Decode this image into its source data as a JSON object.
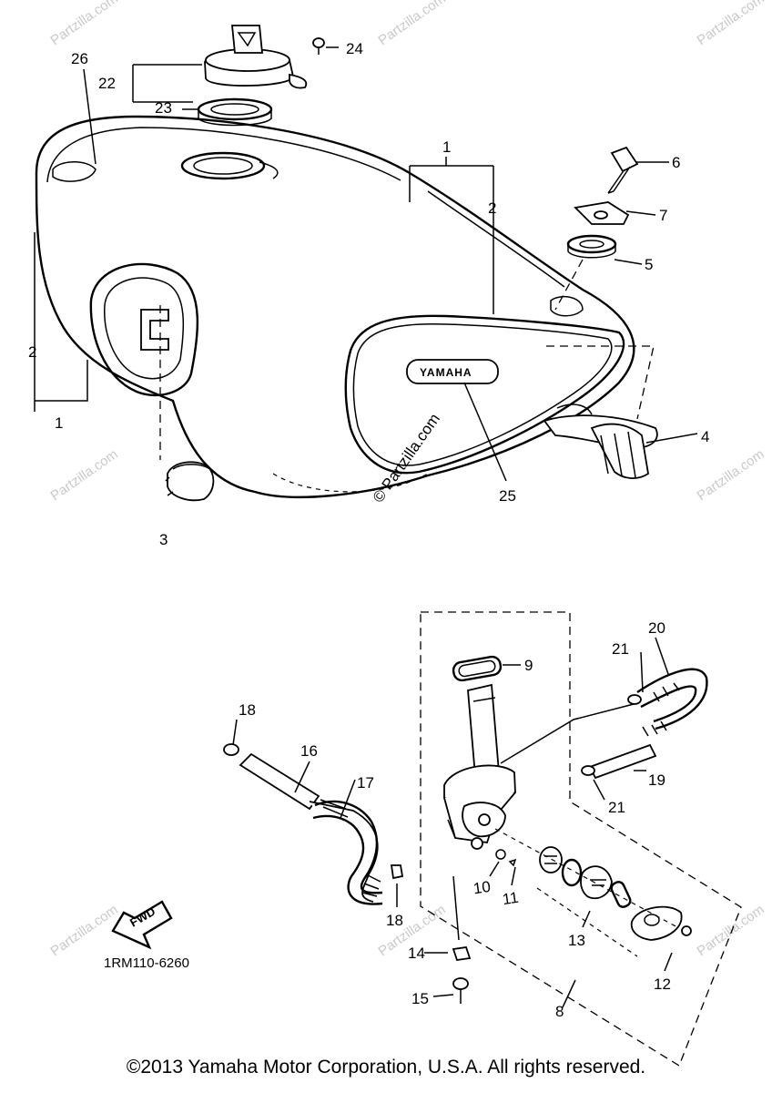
{
  "diagram": {
    "part_code": "1RM110-6260",
    "brand_emblem": "YAMAHA",
    "fwd_arrow_label": "FWD",
    "watermark_text": "Partzilla.com",
    "watermark_center_text": "© Partzilla.com",
    "callouts": {
      "c1a": "1",
      "c1b": "1",
      "c2a": "2",
      "c2b": "2",
      "c3": "3",
      "c4": "4",
      "c5": "5",
      "c6": "6",
      "c7": "7",
      "c8": "8",
      "c9": "9",
      "c10": "10",
      "c11": "11",
      "c12": "12",
      "c13": "13",
      "c14": "14",
      "c15": "15",
      "c16": "16",
      "c17": "17",
      "c18a": "18",
      "c18b": "18",
      "c19": "19",
      "c20": "20",
      "c21a": "21",
      "c21b": "21",
      "c22": "22",
      "c23": "23",
      "c24": "24",
      "c25": "25",
      "c26": "26"
    }
  },
  "footer": {
    "copyright": "©2013 Yamaha Motor Corporation, U.S.A. All rights reserved."
  }
}
